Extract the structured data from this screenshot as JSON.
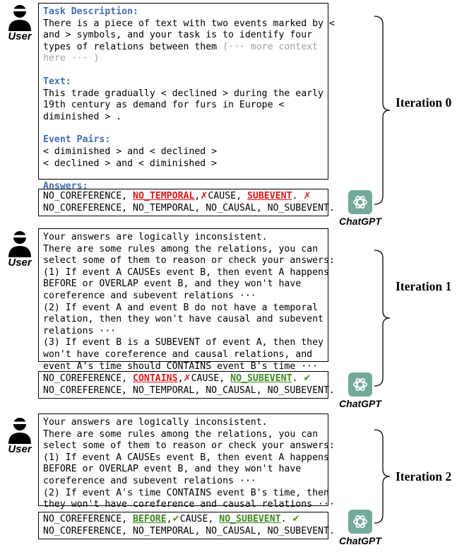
{
  "labels": {
    "user": "User",
    "chatgpt": "ChatGPT"
  },
  "iterations": [
    "Iteration 0",
    "Iteration 1",
    "Iteration 2"
  ],
  "prompt0": {
    "task_label": "Task Description:",
    "task_lines": [
      "There is a piece of text with two events marked by <",
      "and > symbols, and your task is to identify four",
      "types of relations between them "
    ],
    "more_context": "(··· more context",
    "more_context_2": "here ··· )",
    "text_label": "Text:",
    "text_lines": [
      "This trade gradually < declined > during the early",
      "19th century as demand for furs in Europe <",
      "diminished > ."
    ],
    "pairs_label": "Event Pairs:",
    "pairs_lines": [
      "< diminished > and < declined >",
      "< declined > and < diminished >"
    ],
    "answers_label": "Answers:"
  },
  "answer0": {
    "l1_a": "NO_COREFERENCE, ",
    "l1_b": "NO_TEMPORAL",
    "l1_c": ",",
    "l1_d": "CAUSE, ",
    "l1_e": "SUBEVENT",
    "l1_f": ". ",
    "l2": "NO_COREFERENCE, NO_TEMPORAL, NO_CAUSAL, NO_SUBEVENT."
  },
  "prompt1": {
    "lines": [
      "Your answers are logically inconsistent.",
      "There are some rules among the relations, you can",
      "select some of them to reason or check your answers:",
      "(1) If event A CAUSEs event B, then event A happens",
      "BEFORE or OVERLAP event B, and they won't have",
      "coreference and subevent relations ···",
      "(2) If event A and event B do not have a temporal",
      "relation, then they won't have causal and subevent",
      "relations ···",
      "(3) If event B is a SUBEVENT of event A, then they",
      "won't have coreference and causal relations, and",
      "event A's time should CONTAINS event B's time ···"
    ]
  },
  "answer1": {
    "l1_a": "NO_COREFERENCE, ",
    "l1_b": "CONTAINS",
    "l1_c": ",",
    "l1_d": "CAUSE, ",
    "l1_e": "NO_SUBEVENT",
    "l1_f": ". ",
    "l2": "NO_COREFERENCE, NO_TEMPORAL, NO_CAUSAL, NO_SUBEVENT."
  },
  "prompt2": {
    "lines": [
      "Your answers are logically inconsistent.",
      "There are some rules among the relations, you can",
      "select some of them to reason or check your answers:",
      "(1) If event A CAUSEs event B, then event A happens",
      "BEFORE or OVERLAP event B, and they won't have",
      "coreference and subevent relations ···",
      "(2) If event A's time CONTAINS event B's time, then",
      "they won't have coreference and causal relations ···"
    ]
  },
  "answer2": {
    "l1_a": "NO_COREFERENCE, ",
    "l1_b": "BEFORE",
    "l1_c": ",",
    "l1_d": "CAUSE, ",
    "l1_e": "NO_SUBEVENT",
    "l1_f": ". ",
    "l2": "NO_COREFERENCE, NO_TEMPORAL, NO_CAUSAL, NO_SUBEVENT."
  }
}
